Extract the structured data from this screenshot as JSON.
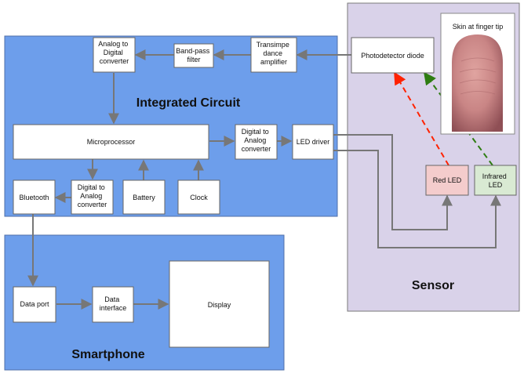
{
  "panels": {
    "integrated_circuit": {
      "title": "Integrated Circuit",
      "fill": "#6d9eeb"
    },
    "smartphone": {
      "title": "Smartphone",
      "fill": "#6d9eeb"
    },
    "sensor": {
      "title": "Sensor",
      "fill": "#d9d2e9"
    }
  },
  "blocks": {
    "adc": [
      "Analog to",
      "Digital",
      "converter"
    ],
    "band_pass_filter": [
      "Band-pass",
      "filter"
    ],
    "transimpedance_amplifier": [
      "Transimpe",
      "dance",
      "amplifier"
    ],
    "microprocessor": [
      "Microprocessor"
    ],
    "dac_top": [
      "Digital to",
      "Analog",
      "converter"
    ],
    "led_driver": [
      "LED driver"
    ],
    "bluetooth": [
      "Bluetooth"
    ],
    "dac_bottom": [
      "Digital to",
      "Analog",
      "converter"
    ],
    "battery": [
      "Battery"
    ],
    "clock": [
      "Clock"
    ],
    "photodetector_diode": [
      "Photodetector diode"
    ],
    "red_led": [
      "Red LED"
    ],
    "infrared_led": [
      "Infrared",
      "LED"
    ],
    "data_port": [
      "Data port"
    ],
    "data_interface": [
      "Data",
      "interface"
    ],
    "display": [
      "Display"
    ]
  },
  "finger": {
    "caption": "Skin at finger tip"
  },
  "colors": {
    "block_fill": "#ffffff",
    "red_led_fill": "#f4cccc",
    "infrared_led_fill": "#d9ead3",
    "connector": "#777777",
    "red_light_path": "#ff2200",
    "infrared_light_path": "#2e7d12",
    "skin_tone": "#c27b7b"
  }
}
